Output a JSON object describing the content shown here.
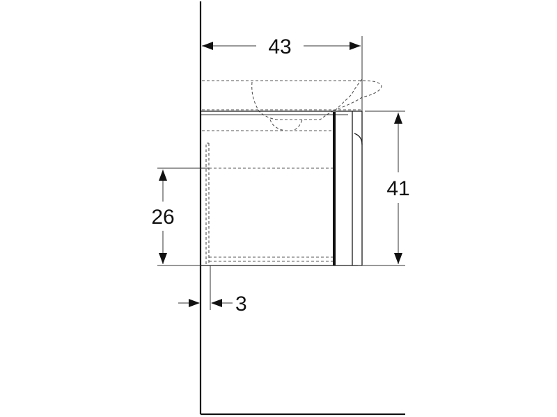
{
  "dimensions": {
    "overall_depth": "43",
    "overall_height": "41",
    "inner_height": "26",
    "wall_offset": "3"
  }
}
